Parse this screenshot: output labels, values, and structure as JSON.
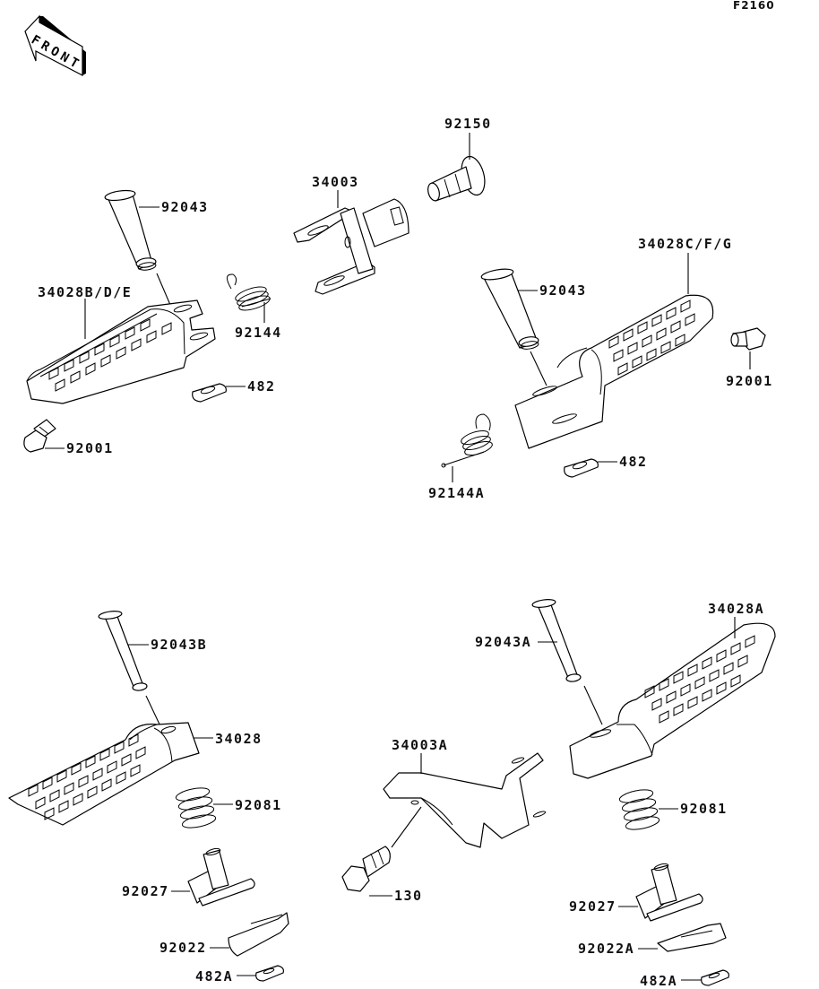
{
  "diagram": {
    "code": "F2160",
    "direction_label": "FRONT",
    "part_labels": {
      "rider_left_pin": "92043",
      "rider_left_step": "34028B/D/E",
      "rider_left_spring": "92144",
      "rider_left_washer": "482",
      "rider_left_bolt": "92001",
      "bracket": "34003",
      "pivot_bolt": "92150",
      "rider_right_step": "34028C/F/G",
      "rider_right_pin": "92043",
      "rider_right_bolt": "92001",
      "rider_right_spring": "92144A",
      "rider_right_washer": "482",
      "pass_left_pin": "92043B",
      "pass_left_step": "34028",
      "pass_left_spring": "92081",
      "pass_left_holder": "92027",
      "pass_left_ball": "92022",
      "pass_left_washer": "482A",
      "pass_bracket": "34003A",
      "pass_bracket_bolt": "130",
      "pass_right_pin": "92043A",
      "pass_right_step": "34028A",
      "pass_right_spring": "92081",
      "pass_right_holder": "92027",
      "pass_right_ball": "92022A",
      "pass_right_washer": "482A"
    }
  }
}
